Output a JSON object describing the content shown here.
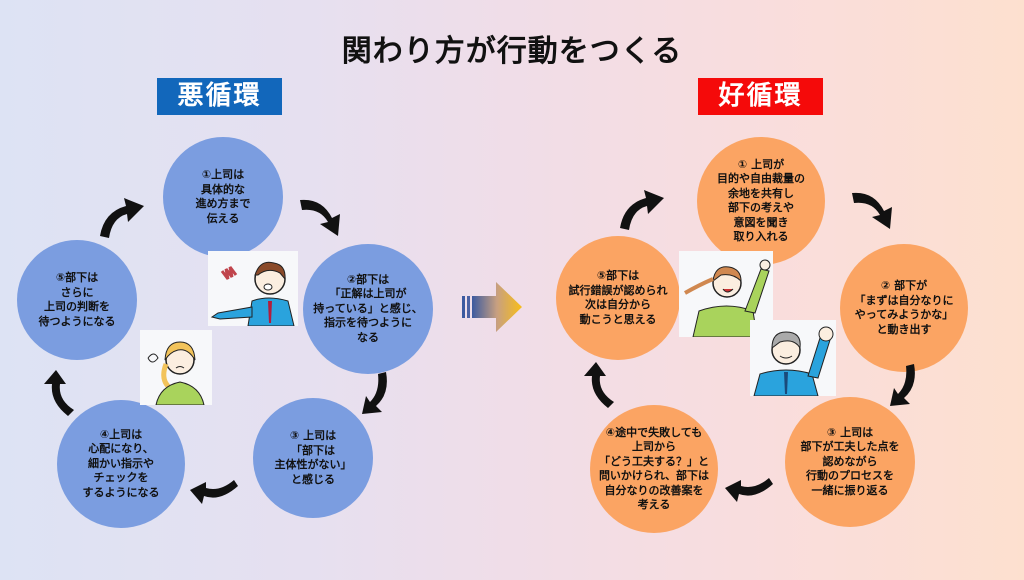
{
  "title": "関わり方が行動をつくる",
  "vicious_cycle": {
    "label": "悪循環",
    "color": "#1267bb",
    "circle_color": "#7b9de0",
    "steps": [
      "①上司は\n具体的な\n進め方まで\n伝える",
      "②部下は\n「正解は上司が\n持っている」と感じ、\n指示を待つように\nなる",
      "③ 上司は\n「部下は\n主体性がない」\nと感じる",
      "④上司は\n心配になり、\n細かい指示や\nチェックを\nするようになる",
      "⑤部下は\nさらに\n上司の判断を\n待つようになる"
    ],
    "illustrations": [
      "angry-boss-pointing",
      "worried-woman"
    ]
  },
  "virtuous_cycle": {
    "label": "好循環",
    "color": "#f50a0a",
    "circle_color": "#fba463",
    "steps": [
      "① 上司が\n目的や自由裁量の\n余地を共有し\n部下の考えや\n意図を聞き\n取り入れる",
      "② 部下が\n「まずは自分なりに\nやってみようかな」\nと動き出す",
      "③ 上司は\n部下が工夫した点を\n認めながら\n行動のプロセスを\n一緒に振り返る",
      "④途中で失敗しても\n上司から\n「どう工夫する？」と\n問いかけられ、部下は\n自分なりの改善案を\n考える",
      "⑤部下は\n試行錯誤が認められ\n次は自分から\n動こうと思える"
    ],
    "illustrations": [
      "cheering-woman",
      "cheering-man"
    ]
  },
  "transition_arrow": "gradient-right-arrow"
}
